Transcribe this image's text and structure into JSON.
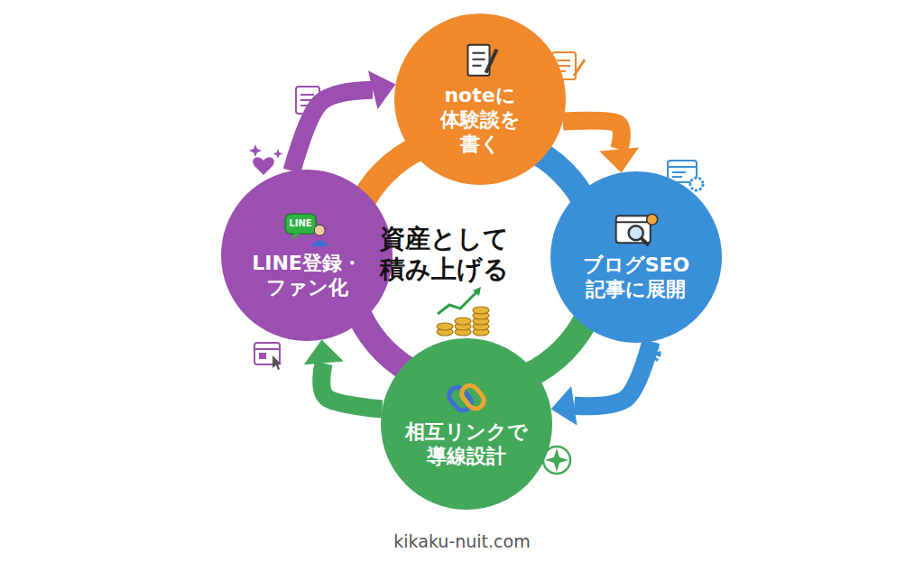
{
  "diagram": {
    "nodes": [
      {
        "text": [
          "noteに 体験談を 書く"
        ]
      },
      {
        "text": [
          "ブログSEO 記事に展開"
        ]
      },
      {
        "text": [
          "相互リンクで 導線設計"
        ]
      },
      {
        "text": [
          "LINE登録・ ファン化"
        ]
      }
    ],
    "edges": [
      {
        "from": 0,
        "to": 1,
        "arrow": "to"
      },
      {
        "from": 1,
        "to": 2,
        "arrow": "to"
      },
      {
        "from": 2,
        "to": 3,
        "arrow": "to"
      },
      {
        "from": 3,
        "to": 0,
        "arrow": "to"
      }
    ],
    "labels": [
      "資産として 積み上げる",
      "LINE",
      "kikaku-nuit.com"
    ]
  }
}
